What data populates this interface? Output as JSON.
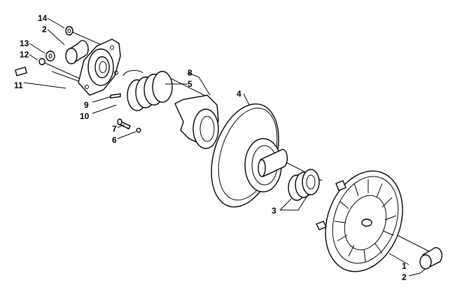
{
  "callouts": {
    "c1": "1",
    "c2_top": "2",
    "c2_bottom": "2",
    "c3": "3",
    "c4": "4",
    "c5": "5",
    "c6": "6",
    "c7": "7",
    "c8": "8",
    "c9": "9",
    "c10": "10",
    "c11": "11",
    "c12": "12",
    "c13": "13",
    "c14": "14"
  },
  "colors": {
    "ink": "#000000",
    "paper": "#ffffff"
  }
}
